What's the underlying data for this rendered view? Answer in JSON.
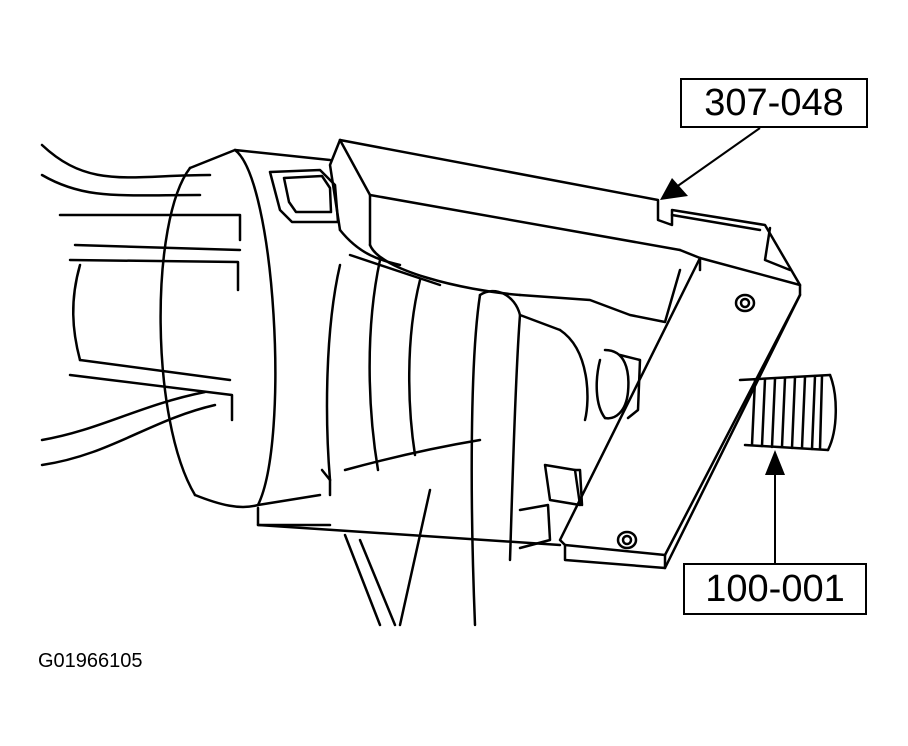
{
  "callouts": {
    "top_label": "307-048",
    "bottom_label": "100-001"
  },
  "figure": {
    "id": "G01966105"
  }
}
